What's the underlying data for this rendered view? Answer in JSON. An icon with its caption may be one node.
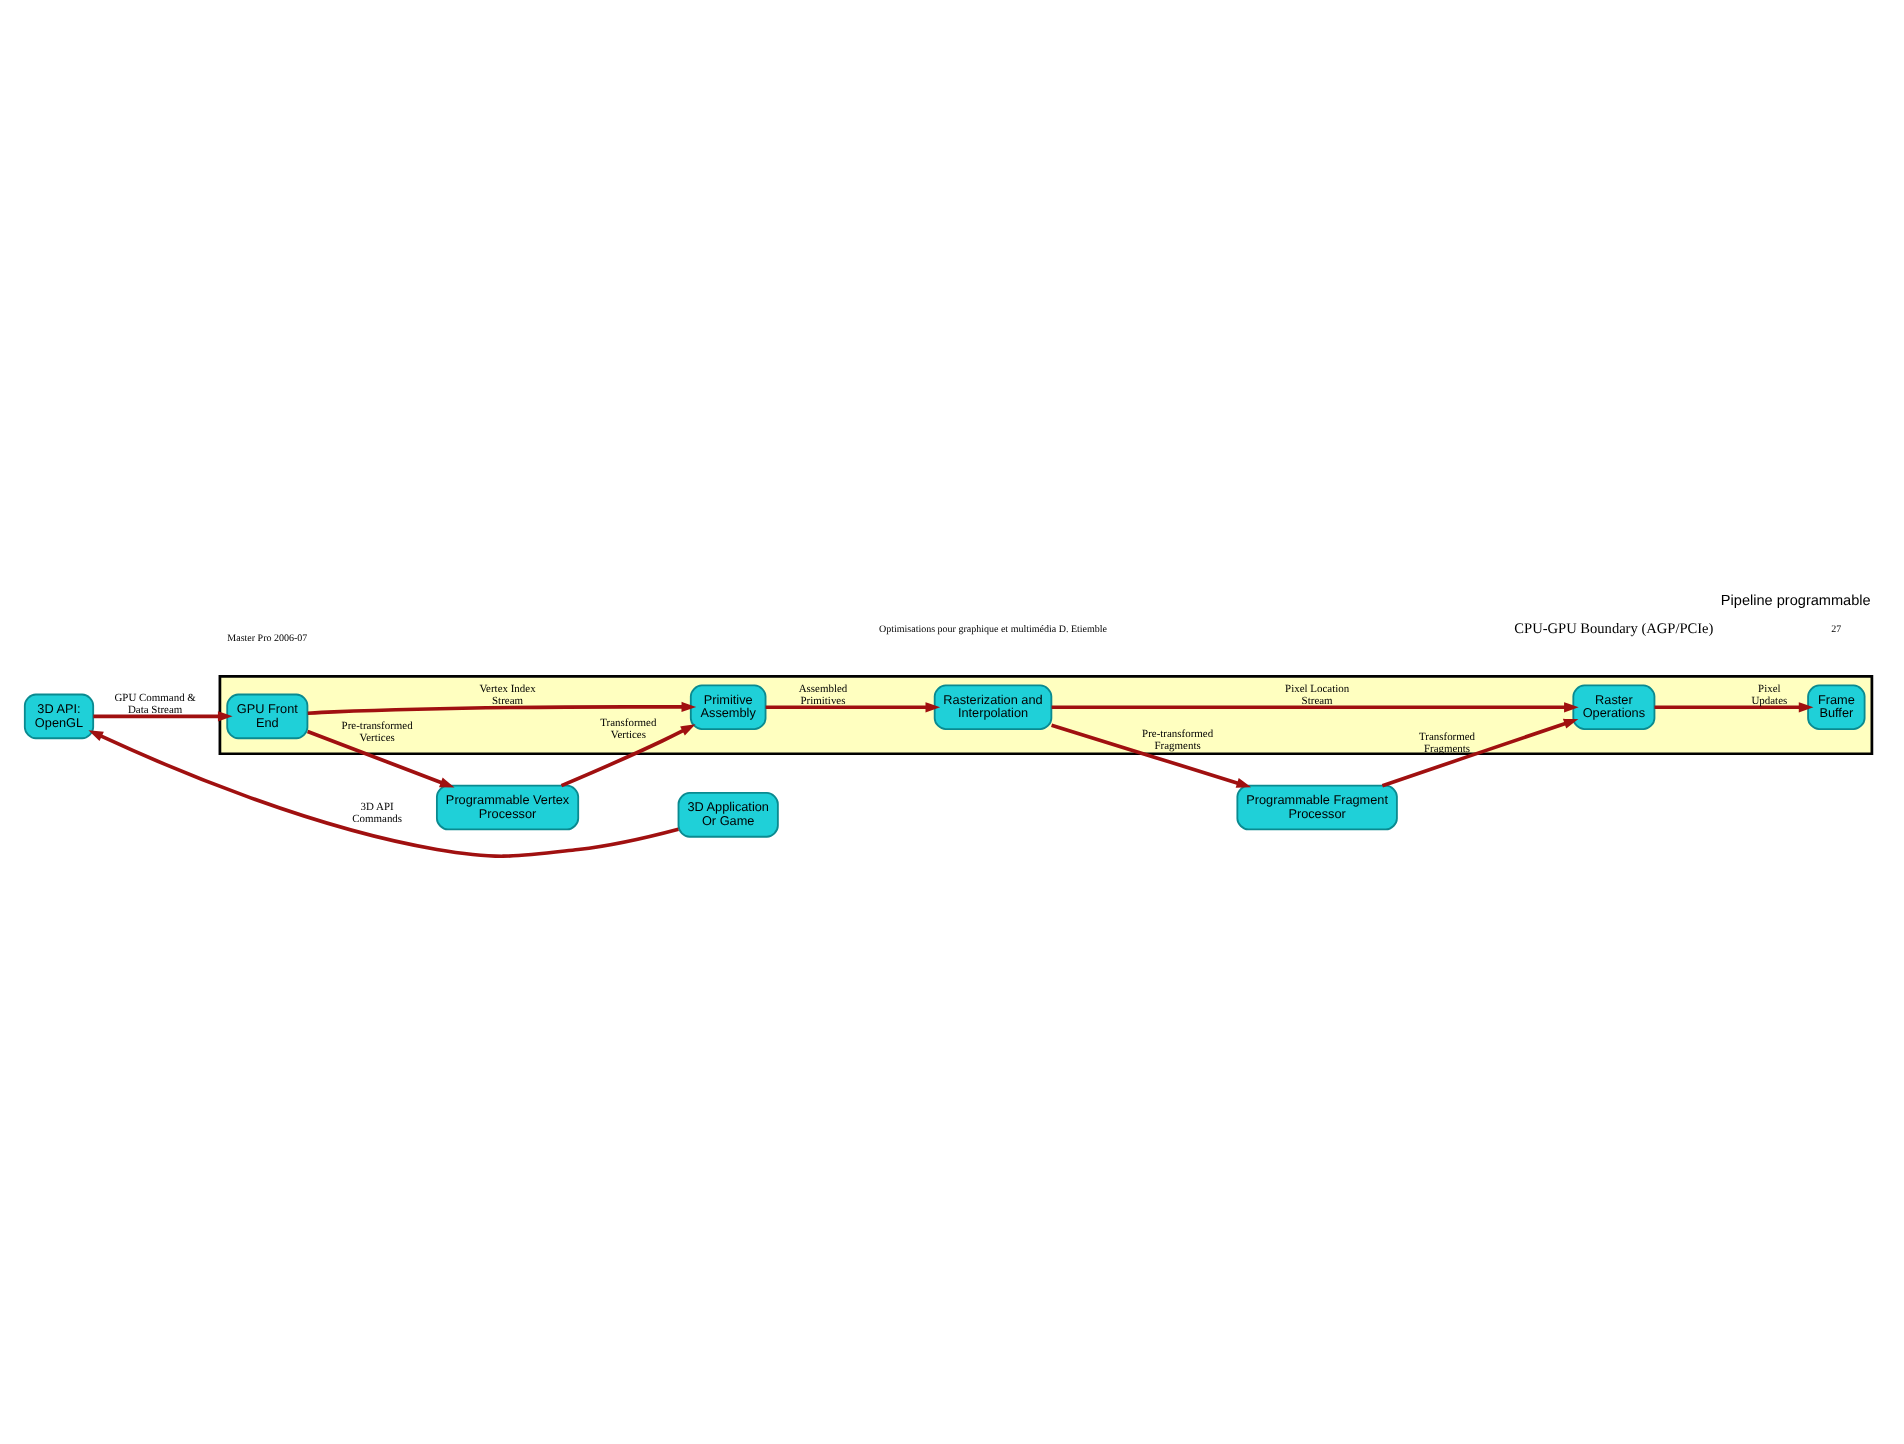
{
  "diagram": {
    "title": "Pipeline programmable",
    "nodes": [
      {
        "text": [
          "3D API: OpenGL"
        ]
      },
      {
        "text": [
          "3D Application Or Game"
        ]
      },
      {
        "text": [],
        "shape": "box"
      },
      {
        "text": [
          "GPU Front End"
        ],
        "in": 2
      },
      {
        "text": [
          "Primitive Assembly"
        ],
        "in": 2
      },
      {
        "text": [
          "Rasterization and Interpolation"
        ],
        "in": 2
      },
      {
        "text": [
          "Raster Operations"
        ],
        "in": 2
      },
      {
        "text": [
          "Frame Buffer"
        ],
        "in": 2
      },
      {
        "text": [
          "Programmable Vertex Processor"
        ]
      },
      {
        "text": [
          "Programmable Fragment Processor"
        ]
      }
    ],
    "edges": [
      {
        "from": 1,
        "to": 0,
        "arrow": "to",
        "label": "3D API Commands"
      },
      {
        "from": 0,
        "to": 3,
        "arrow": "to",
        "label": "GPU Command & Data Stream"
      },
      {
        "from": 3,
        "to": 4,
        "arrow": "to",
        "label": "Vertex Index Stream"
      },
      {
        "from": 4,
        "to": 5,
        "arrow": "to",
        "label": "Assembled Primitives"
      },
      {
        "from": 5,
        "to": 6,
        "arrow": "to",
        "label": "Pixel Location Stream"
      },
      {
        "from": 6,
        "to": 7,
        "arrow": "to",
        "label": "Pixel Updates"
      },
      {
        "from": 3,
        "to": 8,
        "arrow": "to",
        "label": "Pre-transformed Vertices"
      },
      {
        "from": 8,
        "to": 4,
        "arrow": "to",
        "label": "Transformed Vertices"
      },
      {
        "from": 5,
        "to": 9,
        "arrow": "to",
        "label": "Pre-transformed Fragments"
      },
      {
        "from": 9,
        "to": 6,
        "arrow": "to",
        "label": "Transformed Fragments"
      }
    ],
    "labels": [
      "CPU-GPU Boundary (AGP/PCIe)",
      "Master Pro 2006-07",
      "Optimisations pour graphique et multimédia D. Etiemble",
      "27"
    ]
  }
}
